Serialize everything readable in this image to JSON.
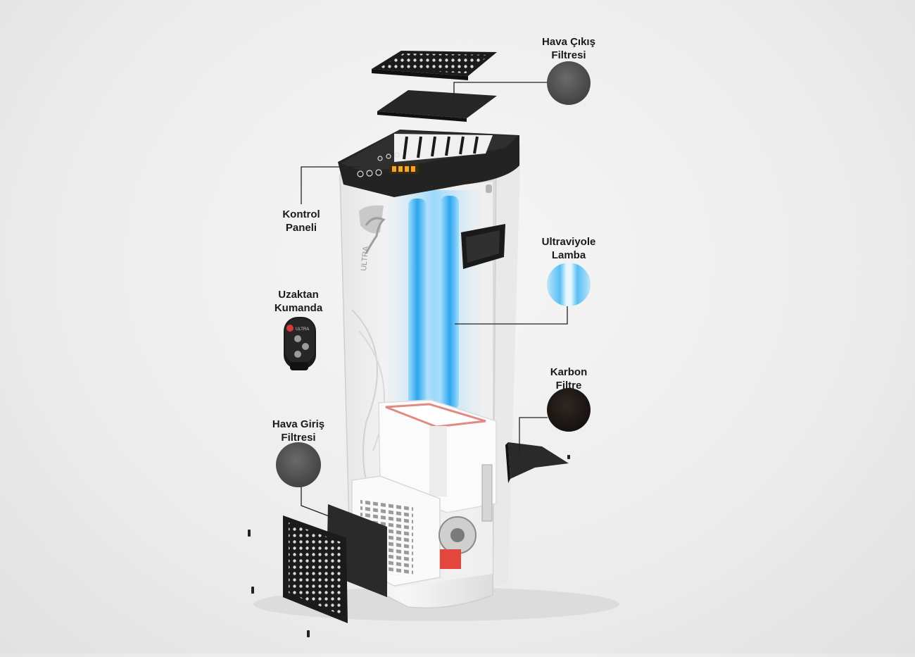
{
  "labels": {
    "air_outlet_filter": [
      "Hava Çıkış",
      "Filtresi"
    ],
    "control_panel": [
      "Kontrol",
      "Paneli"
    ],
    "uv_lamp": [
      "Ultraviyole",
      "Lamba"
    ],
    "remote_control": [
      "Uzaktan",
      "Kumanda"
    ],
    "carbon_filter": [
      "Karbon",
      "Filtre"
    ],
    "air_inlet_filter": [
      "Hava Giriş",
      "Filtresi"
    ]
  },
  "colors": {
    "uv_blue": "#3fb0ef",
    "uv_glow": "#9fdcff",
    "housing": "#f4f4f4",
    "dark_panel": "#1d1d1d",
    "leader_line": "#222222",
    "filter_grey": "#4a4a4a",
    "carbon_black": "#1b1613",
    "heater_red": "#e2463c"
  }
}
